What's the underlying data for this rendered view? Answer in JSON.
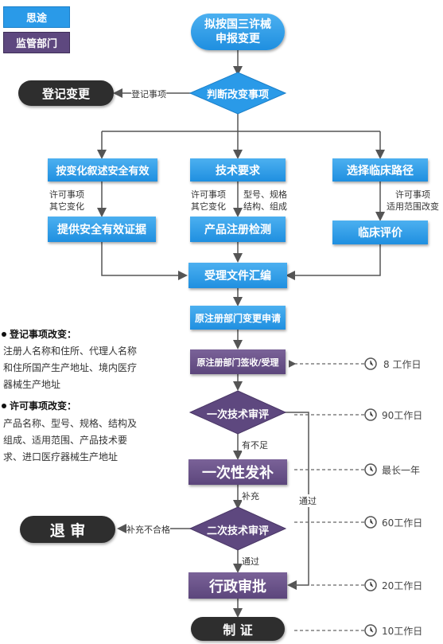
{
  "legend": {
    "path_label": "思途",
    "dept_label": "监管部门"
  },
  "colors": {
    "blue": "#2a9ae8",
    "purple": "#5e487f",
    "dark": "#2e2e2e",
    "line": "#555555"
  },
  "nodes": {
    "start": "拟按国三许械\n申报变更",
    "judge": "判断改变事项",
    "register_change": "登记变更",
    "register_items_label": "登记事项",
    "describe_change": "按变化叙述安全有效",
    "tech_req": "技术要求",
    "clinical_path": "选择临床路径",
    "provide_evidence": "提供安全有效证据",
    "product_test": "产品注册检测",
    "clinical_eval": "临床评价",
    "compile": "受理文件汇编",
    "apply": "原注册部门变更申请",
    "accept": "原注册部门签收/受理",
    "first_review": "一次技术审评",
    "supplement": "一次性发补",
    "second_review": "二次技术审评",
    "reject": "退 审",
    "approve": "行政审批",
    "certificate": "制 证"
  },
  "edge_labels": {
    "left_cond": "许可事项\n其它变化",
    "mid_cond_left": "许可事项\n其它变化",
    "mid_cond_right": "型号、规格\n结构、组成",
    "right_cond": "许可事项\n适用范围改变",
    "insufficient": "有不足",
    "add": "补充",
    "pass_right": "通过",
    "fail_label": "补充不合格",
    "pass_down": "通过"
  },
  "notes": {
    "reg_title": "登记事项改变：",
    "reg_text": "注册人名称和住所、代理人名称\n和住所国产生产地址、境内医疗\n器械生产地址",
    "lic_title": "许可事项改变：",
    "lic_text": "产品名称、型号、规格、结构及\n组成、适用范围、产品技术要\n求、进口医疗器械生产地址"
  },
  "timeline": [
    {
      "label": "8  工作日"
    },
    {
      "label": "90工作日"
    },
    {
      "label": "最长一年"
    },
    {
      "label": "60工作日"
    },
    {
      "label": "20工作日"
    },
    {
      "label": "10工作日"
    }
  ]
}
